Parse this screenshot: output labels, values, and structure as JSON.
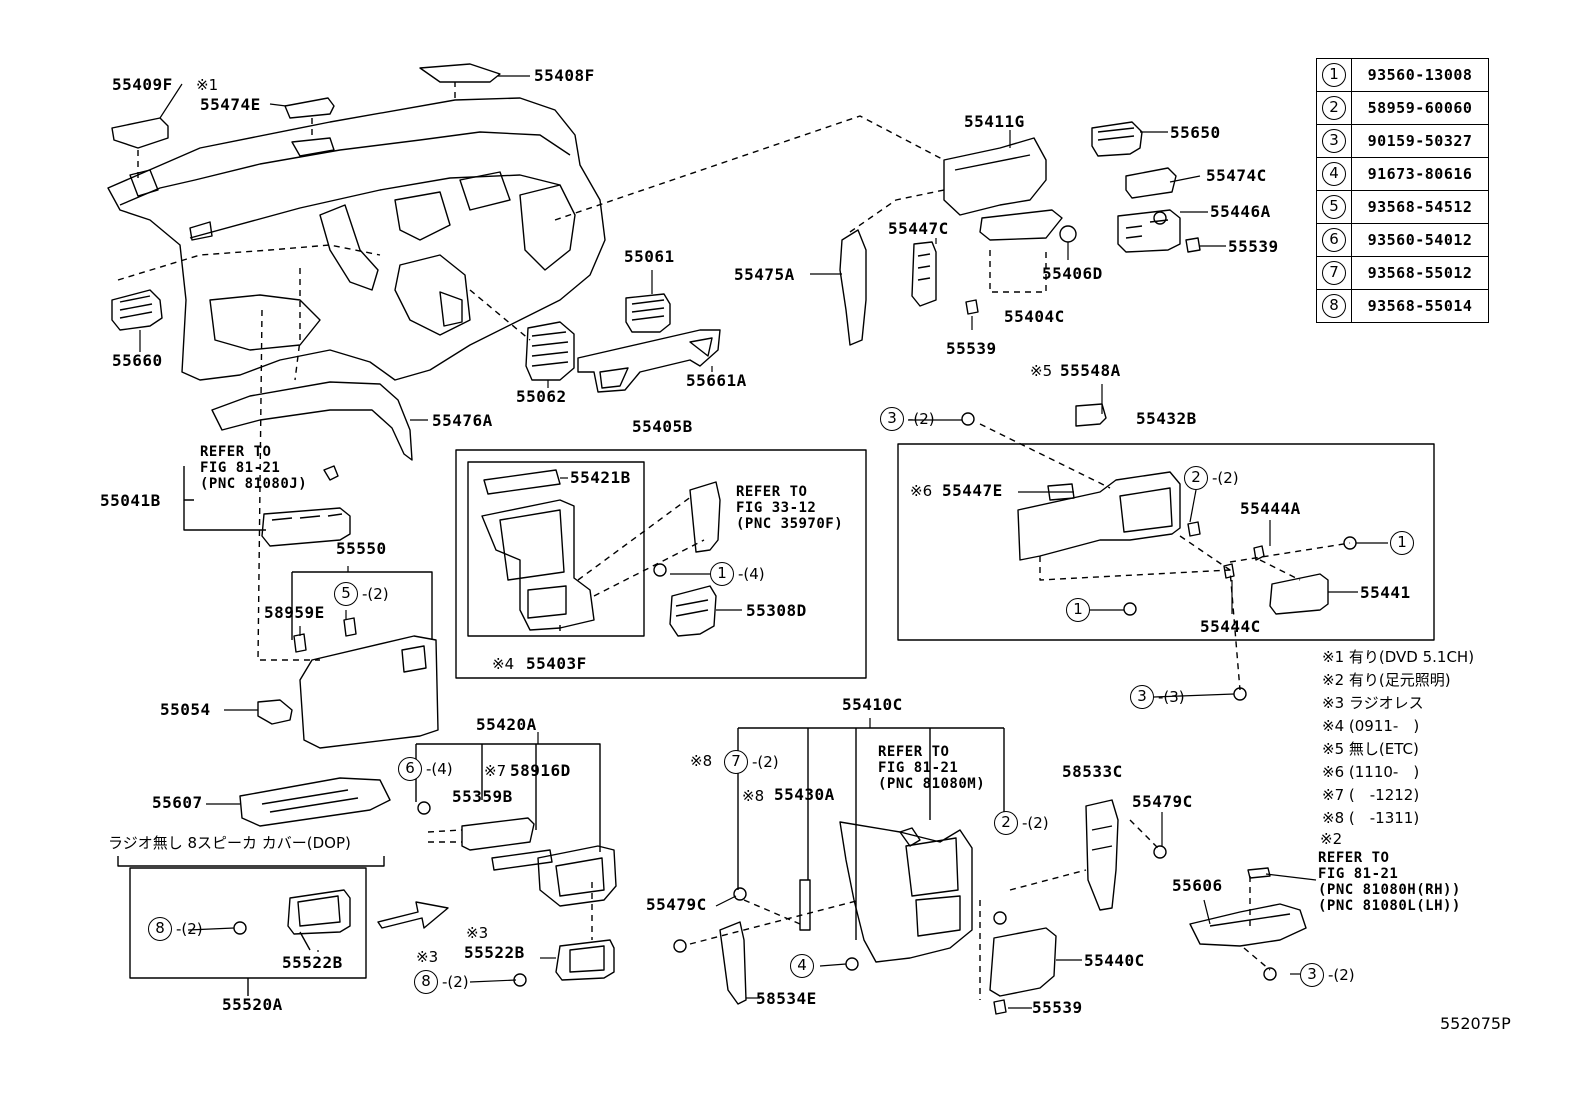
{
  "diagram_id": "552075P",
  "legend": [
    {
      "key": "1",
      "part": "93560-13008"
    },
    {
      "key": "2",
      "part": "58959-60060"
    },
    {
      "key": "3",
      "part": "90159-50327"
    },
    {
      "key": "4",
      "part": "91673-80616"
    },
    {
      "key": "5",
      "part": "93568-54512"
    },
    {
      "key": "6",
      "part": "93560-54012"
    },
    {
      "key": "7",
      "part": "93568-55012"
    },
    {
      "key": "8",
      "part": "93568-55014"
    }
  ],
  "notes": [
    "※1 有り(DVD 5.1CH)",
    "※2 有り(足元照明)",
    "※3 ラジオレス",
    "※4 (0911-　)",
    "※5 無し(ETC)",
    "※6 (1110-　)",
    "※7 (　-1212)",
    "※8 (　-1311)"
  ],
  "parts": {
    "p55409F": "55409F",
    "m1": "※1",
    "p55474E": "55474E",
    "p55408F": "55408F",
    "p55411G": "55411G",
    "p55650": "55650",
    "p55474C": "55474C",
    "p55446A": "55446A",
    "p55539a": "55539",
    "p55447C": "55447C",
    "p55406D": "55406D",
    "p55475A": "55475A",
    "p55404C": "55404C",
    "p55539b": "55539",
    "p55061": "55061",
    "p55660": "55660",
    "p55062": "55062",
    "p55661A": "55661A",
    "p55476A": "55476A",
    "p55405B": "55405B",
    "p55421B": "55421B",
    "p55403F": "55403F",
    "m4": "※4",
    "p55308D": "55308D",
    "p55548A": "55548A",
    "m5": "※5",
    "p55432B": "55432B",
    "p55447E": "55447E",
    "m6": "※6",
    "p55444A": "55444A",
    "p55441": "55441",
    "p55444C": "55444C",
    "p55041B": "55041B",
    "p55550": "55550",
    "p58959E": "58959E",
    "p55054": "55054",
    "p55607": "55607",
    "p55420A": "55420A",
    "p58916D": "58916D",
    "m7": "※7",
    "p55359B": "55359B",
    "p55522Ba": "55522B",
    "p55522Bb": "55522B",
    "m3a": "※3",
    "m3b": "※3",
    "p55520A": "55520A",
    "p55410C": "55410C",
    "m8a": "※8",
    "m8b": "※8",
    "p55430A": "55430A",
    "p55479Ca": "55479C",
    "p58534E": "58534E",
    "p55440C": "55440C",
    "p55539c": "55539",
    "p58533C": "58533C",
    "p55479Cb": "55479C",
    "p55606": "55606",
    "m2": "※2"
  },
  "refs": {
    "r1": [
      "REFER TO",
      "FIG 81-21",
      "(PNC 81080J)"
    ],
    "r2": [
      "REFER TO",
      "FIG 33-12",
      "(PNC 35970F)"
    ],
    "r3": [
      "REFER TO",
      "FIG 81-21",
      "(PNC 81080M)"
    ],
    "r4": [
      "REFER TO",
      "FIG 81-21",
      "(PNC 81080H(RH))",
      "(PNC 81080L(LH))"
    ]
  },
  "callouts": {
    "c3a": {
      "key": "3",
      "qty": "-(2)"
    },
    "c2a": {
      "key": "2",
      "qty": "-(2)"
    },
    "c1a": {
      "key": "1",
      "qty": ""
    },
    "c1b": {
      "key": "1",
      "qty": ""
    },
    "c3b": {
      "key": "3",
      "qty": "-(3)"
    },
    "c1c": {
      "key": "1",
      "qty": "-(4)"
    },
    "c5a": {
      "key": "5",
      "qty": "-(2)"
    },
    "c6a": {
      "key": "6",
      "qty": "-(4)"
    },
    "c7a": {
      "key": "7",
      "qty": "-(2)"
    },
    "c2b": {
      "key": "2",
      "qty": "-(2)"
    },
    "c4a": {
      "key": "4",
      "qty": ""
    },
    "c8a": {
      "key": "8",
      "qty": "-(2)"
    },
    "c8b": {
      "key": "8",
      "qty": "-(2)"
    },
    "c3c": {
      "key": "3",
      "qty": "-(2)"
    }
  },
  "dop_caption": "ラジオ無し 8スピーカ カバー(DOP)"
}
